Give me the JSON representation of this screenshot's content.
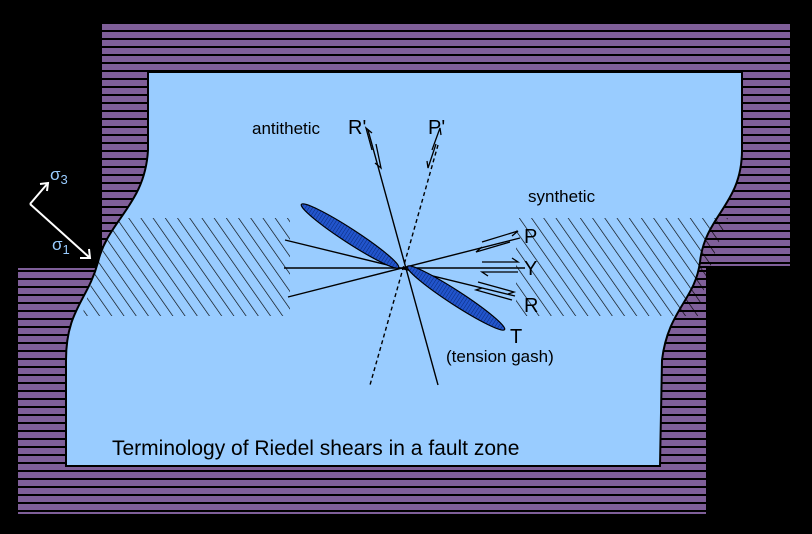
{
  "caption": "Terminology of Riedel shears in a fault zone",
  "labels": {
    "antithetic": "antithetic",
    "r_prime": "R'",
    "p_prime": "P'",
    "synthetic": "synthetic",
    "p": "P",
    "y": "Y",
    "r": "R",
    "t": "T",
    "tension_gash": "(tension gash)",
    "sigma3": "σ",
    "sigma3_sub": "3",
    "sigma1": "σ",
    "sigma1_sub": "1"
  },
  "colors": {
    "background": "#000000",
    "rock": "#7f5f99",
    "rock_lines": "#000000",
    "fault_zone": "#99ccff",
    "gash_fill": "#2255cc",
    "ink": "#000000"
  }
}
